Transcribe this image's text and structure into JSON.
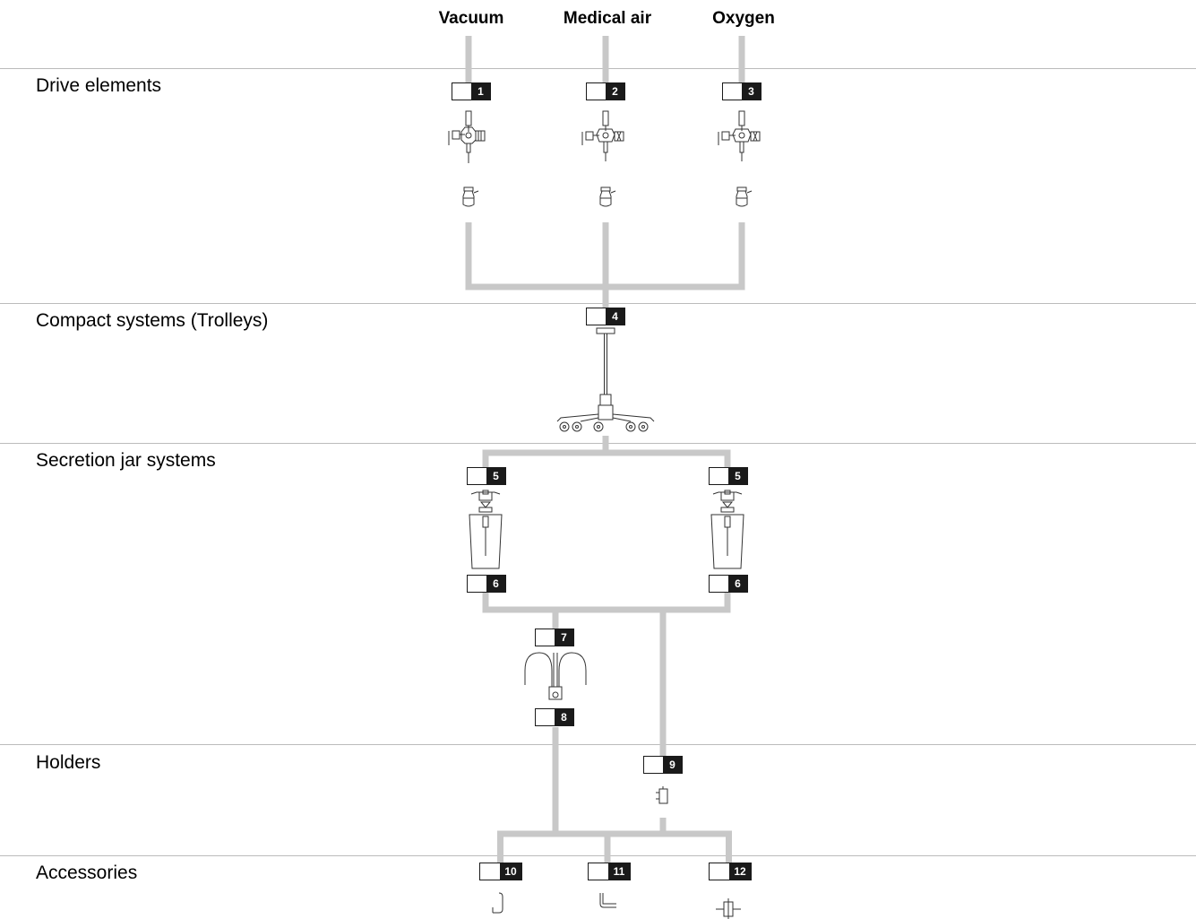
{
  "columns": {
    "vacuum": "Vacuum",
    "medical_air": "Medical air",
    "oxygen": "Oxygen"
  },
  "sections": {
    "drive_elements": "Drive elements",
    "compact_systems": "Compact systems (Trolleys)",
    "secretion_jar_systems": "Secretion jar systems",
    "holders": "Holders",
    "accessories": "Accessories"
  },
  "items": {
    "i1": "1",
    "i2": "2",
    "i3": "3",
    "i4": "4",
    "i5a": "5",
    "i5b": "5",
    "i6a": "6",
    "i6b": "6",
    "i7": "7",
    "i8": "8",
    "i9": "9",
    "i10": "10",
    "i11": "11",
    "i12": "12"
  },
  "colors": {
    "connector": "#c8c8c8",
    "divider": "#bbbbbb",
    "badge_fill": "#1a1a1a",
    "drawing": "#333333"
  }
}
